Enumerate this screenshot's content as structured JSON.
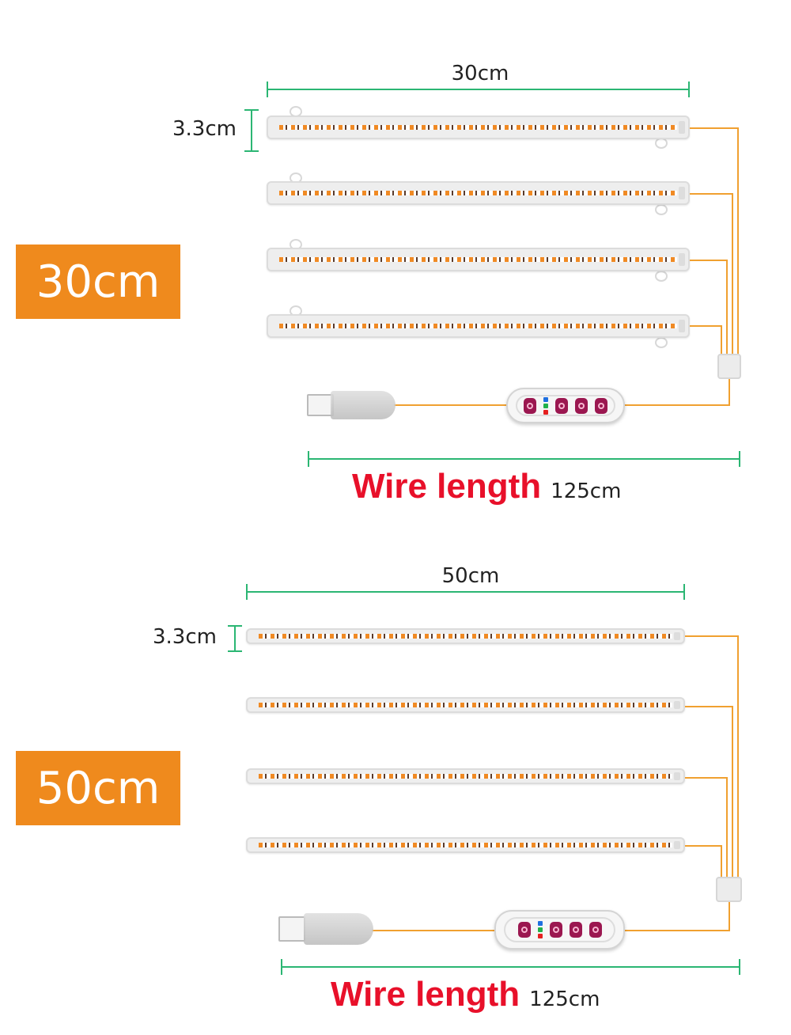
{
  "colors": {
    "dimension_line": "#2bb673",
    "size_badge": "#ef8a1d",
    "wire": "#f0a030",
    "wire_length_text": "#e8102a",
    "button": "#9b1750"
  },
  "sections": [
    {
      "badge": "30cm",
      "length_label": "30cm",
      "width_label": "3.3cm",
      "wire_length_label": "Wire length",
      "wire_length_value": "125cm",
      "bar_count": 4
    },
    {
      "badge": "50cm",
      "length_label": "50cm",
      "width_label": "3.3cm",
      "wire_length_label": "Wire length",
      "wire_length_value": "125cm",
      "bar_count": 4
    }
  ],
  "icons": {
    "controller_buttons": [
      "power-icon",
      "cycle-icon",
      "timer-icon",
      "dimmer-icon"
    ],
    "indicator_leds": [
      "blue",
      "green",
      "red"
    ]
  }
}
